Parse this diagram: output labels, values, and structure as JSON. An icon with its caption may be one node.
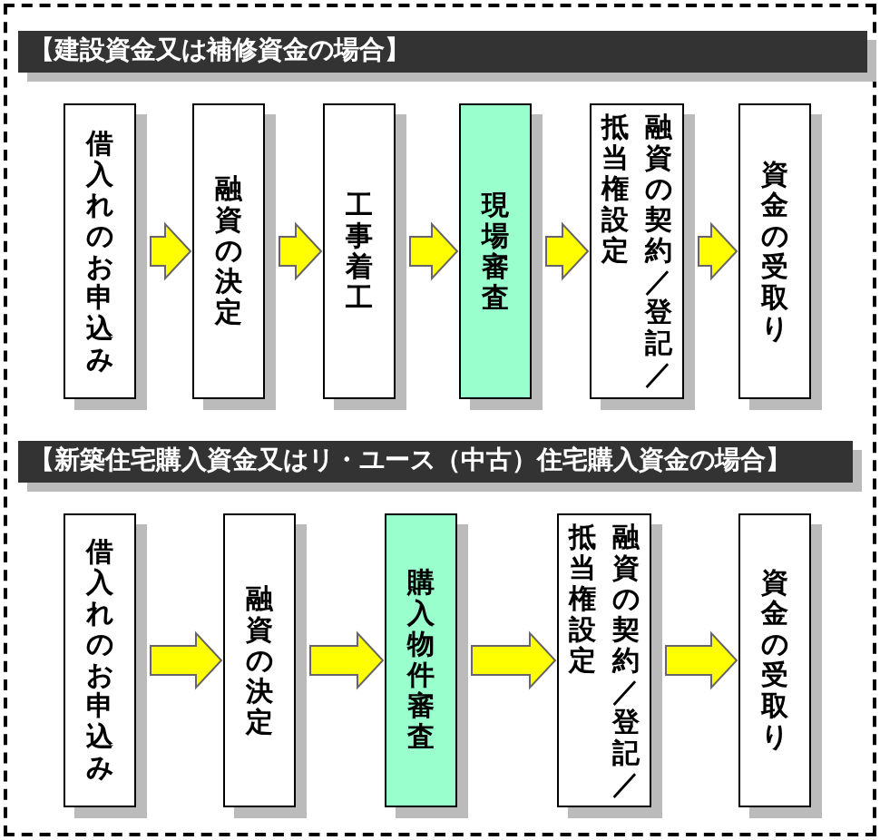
{
  "diagram": {
    "nodes": [
      {
        "text": [
          "【建設資金又は補修資金の場合】"
        ]
      },
      {
        "text": [
          "借入れのお申込み"
        ]
      },
      {
        "text": [
          "融資の決定"
        ]
      },
      {
        "text": [
          "工事着工"
        ]
      },
      {
        "text": [
          "現場審査"
        ]
      },
      {
        "text": [
          "融資の契約／登記／抵当権設定"
        ]
      },
      {
        "text": [
          "資金の受取り"
        ]
      },
      {
        "text": [
          "【新築住宅購入資金又はリ・ユース（中古）住宅購入資金の場合】"
        ]
      },
      {
        "text": [
          "借入れのお申込み"
        ]
      },
      {
        "text": [
          "融資の決定"
        ]
      },
      {
        "text": [
          "購入物件審査"
        ]
      },
      {
        "text": [
          "融資の契約／登記／抵当権設定"
        ]
      },
      {
        "text": [
          "資金の受取り"
        ]
      }
    ],
    "edges": [
      {
        "from": 1,
        "to": 2,
        "arrow": "to"
      },
      {
        "from": 2,
        "to": 3,
        "arrow": "to"
      },
      {
        "from": 3,
        "to": 4,
        "arrow": "to"
      },
      {
        "from": 4,
        "to": 5,
        "arrow": "to"
      },
      {
        "from": 5,
        "to": 6,
        "arrow": "to"
      },
      {
        "from": 8,
        "to": 9,
        "arrow": "to"
      },
      {
        "from": 9,
        "to": 10,
        "arrow": "to"
      },
      {
        "from": 10,
        "to": 11,
        "arrow": "to"
      },
      {
        "from": 11,
        "to": 12,
        "arrow": "to"
      }
    ]
  }
}
